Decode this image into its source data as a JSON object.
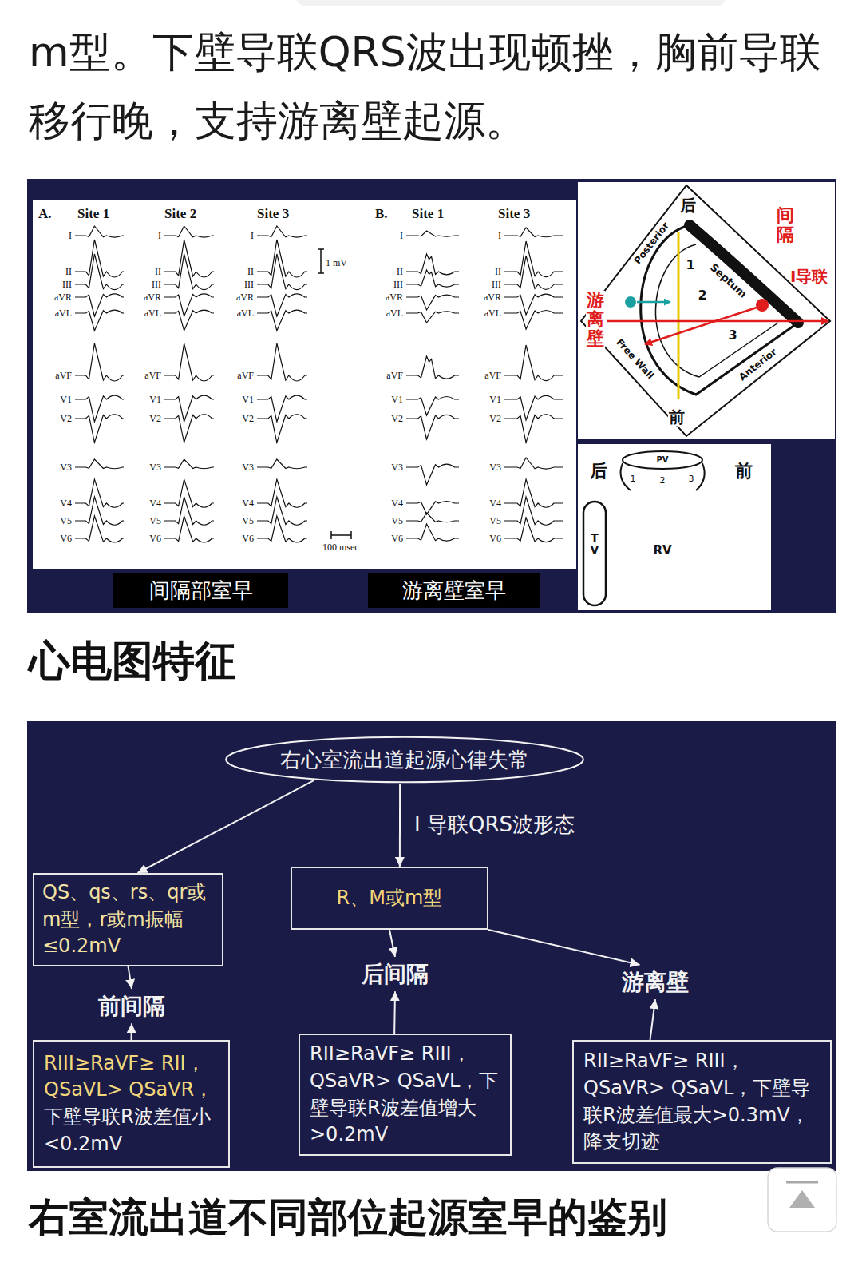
{
  "diagram": {
    "nodes": [
      {
        "text": [
          "间隔部室早"
        ]
      },
      {
        "text": [
          "游离壁室早"
        ]
      },
      {
        "text": [
          "右心室流出道起源心律失常"
        ]
      },
      {
        "text": [
          "QS、qs、rs、qr或m型，r或m振幅≤0.2mV"
        ]
      },
      {
        "text": [
          "R、M或m型"
        ]
      },
      {
        "text": [
          "前间隔"
        ]
      },
      {
        "text": [
          "后间隔"
        ]
      },
      {
        "text": [
          "游离壁"
        ]
      },
      {
        "text": [
          "RIII≥RaVF≥ RII，QSaVL> QSaVR，",
          "下壁导联R波差值小<0.2mV"
        ]
      },
      {
        "text": [
          "RII≥RaVF≥ RIII，QSaVR> QSaVL，下壁导联R波差值增大>0.2mV"
        ]
      },
      {
        "text": [
          "RII≥RaVF≥ RIII，QSaVR> QSaVL，下壁导联R波差值最大>0.3mV，降支切迹"
        ]
      }
    ],
    "edges": [
      {
        "from": 2,
        "to": 3,
        "arrow": "to"
      },
      {
        "from": 2,
        "to": 4,
        "label": "I 导联QRS波形态",
        "arrow": "to"
      },
      {
        "from": 3,
        "to": 5,
        "arrow": "to"
      },
      {
        "from": 4,
        "to": 6,
        "arrow": "to"
      },
      {
        "from": 4,
        "to": 7,
        "arrow": "to"
      },
      {
        "from": 8,
        "to": 5,
        "arrow": "to"
      },
      {
        "from": 9,
        "to": 6,
        "arrow": "to"
      },
      {
        "from": 10,
        "to": 7,
        "arrow": "to"
      }
    ],
    "labels": [
      "m型。下壁导联QRS波出现顿挫，胸前导联移行晚，支持游离壁起源。",
      "A.",
      "Site 1",
      "Site 2",
      "Site 3",
      "B.",
      "Site 1",
      "Site 3",
      "1 mV",
      "100 msec",
      "I",
      "II",
      "III",
      "aVR",
      "aVL",
      "aVF",
      "V1",
      "V2",
      "V3",
      "V4",
      "V5",
      "V6",
      "I",
      "II",
      "III",
      "aVR",
      "aVL",
      "aVF",
      "V1",
      "V2",
      "V3",
      "V4",
      "V5",
      "V6",
      "I",
      "II",
      "III",
      "aVR",
      "aVL",
      "aVF",
      "V1",
      "V2",
      "V3",
      "V4",
      "V5",
      "V6",
      "I",
      "II",
      "III",
      "aVR",
      "aVL",
      "aVF",
      "V1",
      "V2",
      "V3",
      "V4",
      "V5",
      "V6",
      "I",
      "II",
      "III",
      "aVR",
      "aVL",
      "aVF",
      "V1",
      "V2",
      "V3",
      "V4",
      "V5",
      "V6",
      "后",
      "Posterior",
      "Septum",
      "间隔",
      "I导联",
      "游离壁",
      "1",
      "2",
      "3",
      "Free Wall",
      "Anterior",
      "前",
      "后",
      "前",
      "PV",
      "1",
      "2",
      "3",
      "TV",
      "RV",
      "心电图特征",
      "右室流出道不同部位起源室早的鉴别"
    ]
  }
}
